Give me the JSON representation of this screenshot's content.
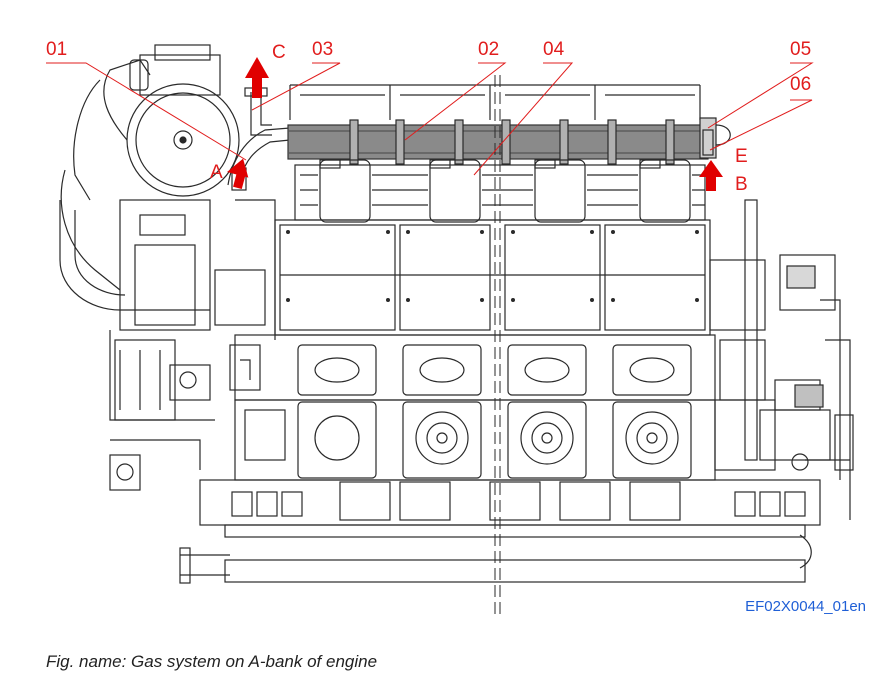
{
  "labels": {
    "l01": "01",
    "l02": "02",
    "l03": "03",
    "l04": "04",
    "l05": "05",
    "l06": "06",
    "lA": "A",
    "lB": "B",
    "lC": "C",
    "lE": "E"
  },
  "figure_id": "EF02X0044_01en",
  "caption": "Fig. name: Gas system on A-bank of engine",
  "colors": {
    "callout": "#e11d1d",
    "arrow": "#e00000",
    "figure_id": "#1f5fd6",
    "gas_pipe": "#8a8a8a",
    "line": "#2a2a2a"
  }
}
